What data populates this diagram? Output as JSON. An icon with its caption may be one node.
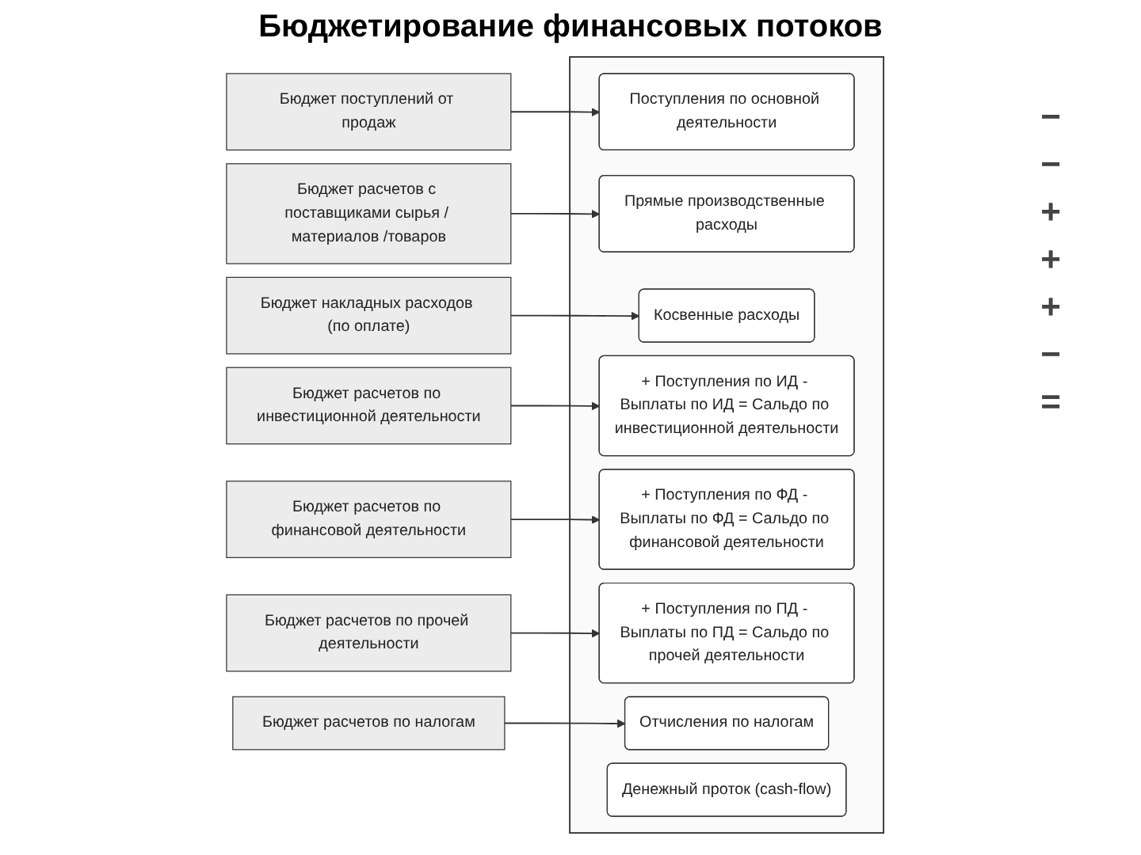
{
  "diagram": {
    "title": "Бюджетирование финансовых потоков",
    "nodes": [
      {
        "text": [
          "Бюджет поступлений от продаж"
        ]
      },
      {
        "text": [
          "Бюджет расчетов с поставщиками сырья / материалов /товаров"
        ]
      },
      {
        "text": [
          "Бюджет накладных расходов (по оплате)"
        ]
      },
      {
        "text": [
          "Бюджет расчетов по инвестиционной деятельности"
        ]
      },
      {
        "text": [
          "Бюджет расчетов по финансовой деятельности"
        ]
      },
      {
        "text": [
          "Бюджет расчетов по прочей деятельности"
        ]
      },
      {
        "text": [
          "Бюджет расчетов по налогам"
        ]
      },
      {
        "text": [],
        "shape": "box"
      },
      {
        "text": [
          "Поступления по основной деятельности"
        ],
        "in": 7
      },
      {
        "text": [
          "Прямые производственные расходы"
        ],
        "in": 7
      },
      {
        "text": [
          "Косвенные расходы"
        ],
        "in": 7
      },
      {
        "text": [
          "+ Поступления по ИД - Выплаты по ИД = Сальдо по инвестиционной деятельности"
        ],
        "in": 7
      },
      {
        "text": [
          "+ Поступления по ФД - Выплаты по ФД = Сальдо по финансовой деятельности"
        ],
        "in": 7
      },
      {
        "text": [
          "+ Поступления по ПД - Выплаты по ПД = Сальдо по прочей деятельности"
        ],
        "in": 7
      },
      {
        "text": [
          "Отчисления по налогам"
        ],
        "in": 7
      },
      {
        "text": [
          "Денежный проток (cash-flow)"
        ],
        "in": 7
      }
    ],
    "edges": [
      {
        "from": 0,
        "to": 8,
        "arrow": "to"
      },
      {
        "from": 1,
        "to": 9,
        "arrow": "to"
      },
      {
        "from": 2,
        "to": 10,
        "arrow": "to"
      },
      {
        "from": 3,
        "to": 11,
        "arrow": "to"
      },
      {
        "from": 4,
        "to": 12,
        "arrow": "to"
      },
      {
        "from": 5,
        "to": 13,
        "arrow": "to"
      },
      {
        "from": 6,
        "to": 14,
        "arrow": "to"
      }
    ],
    "labels": [
      "−",
      "−",
      "+",
      "+",
      "+",
      "−",
      "="
    ]
  }
}
